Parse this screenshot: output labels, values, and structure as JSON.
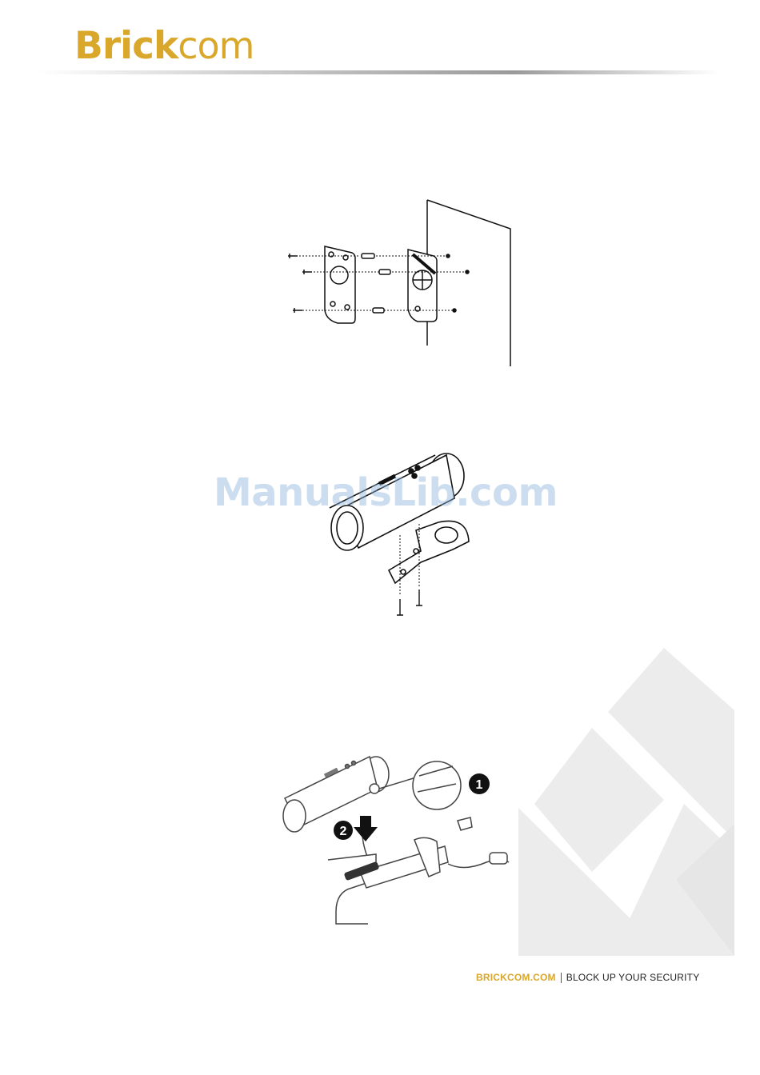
{
  "header": {
    "logo_bold": "Brick",
    "logo_light": "com"
  },
  "watermark": {
    "text": "ManualsLib.com"
  },
  "figures": [
    {
      "name": "wall-bracket-mounting-diagram"
    },
    {
      "name": "camera-bracket-screw-diagram"
    },
    {
      "name": "camera-bracket-attach-diagram",
      "step_labels": [
        "1",
        "2"
      ]
    }
  ],
  "footer": {
    "site": "BRICKCOM.COM",
    "slogan": "BLOCK UP YOUR SECURITY"
  },
  "colors": {
    "brand": "#d9a72a",
    "decor": "#e9e9e9"
  }
}
